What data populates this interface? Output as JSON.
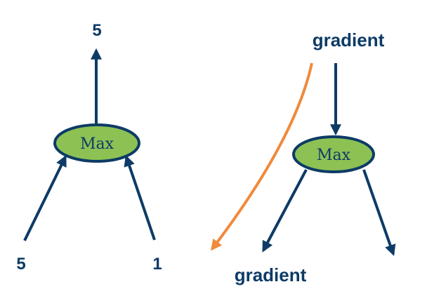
{
  "left_graph": {
    "output_value": "5",
    "node_label": "Max",
    "input_left_value": "5",
    "input_right_value": "1"
  },
  "right_graph": {
    "incoming_label": "gradient",
    "node_label": "Max",
    "outgoing_label": "gradient"
  },
  "colors": {
    "arrow": "#0d3b66",
    "text": "#0d3b66",
    "node_fill": "#8dc154",
    "node_stroke": "#0d3b66",
    "gradient_arrow": "#f08a3c"
  }
}
